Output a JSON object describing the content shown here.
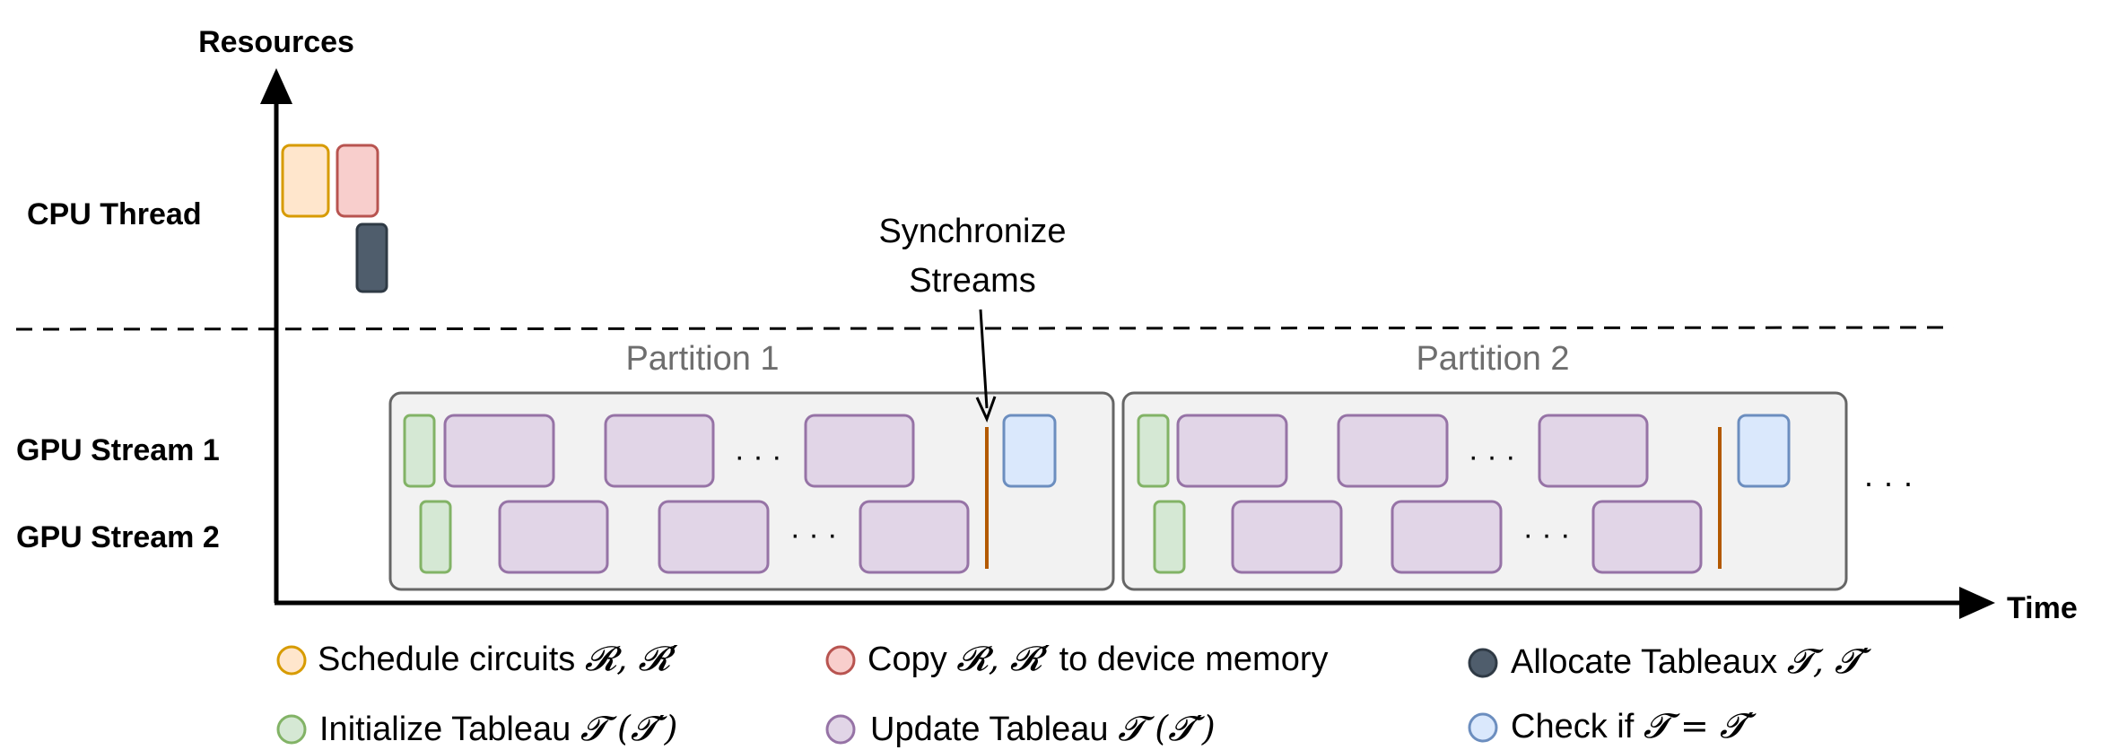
{
  "axes": {
    "y_label": "Resources",
    "x_label": "Time"
  },
  "rows": {
    "cpu_thread": "CPU Thread",
    "gpu_stream_1": "GPU Stream 1",
    "gpu_stream_2": "GPU Stream 2"
  },
  "sync_label": {
    "line1": "Synchronize",
    "line2": "Streams"
  },
  "partitions": [
    {
      "label": "Partition 1"
    },
    {
      "label": "Partition 2"
    }
  ],
  "ellipsis": "· · ·",
  "legend": [
    {
      "key": "schedule",
      "prefix": "Schedule circuits ",
      "math": "𝓡, 𝓡′",
      "suffix": "",
      "fill": "#ffe6cc",
      "stroke": "#d79b00"
    },
    {
      "key": "copy",
      "prefix": "Copy ",
      "math": "𝓡, 𝓡′",
      "suffix": " to device memory",
      "fill": "#f8cecc",
      "stroke": "#b85450"
    },
    {
      "key": "allocate",
      "prefix": "Allocate Tableaux ",
      "math": "𝓣, 𝓣′",
      "suffix": "",
      "fill": "#4f5d6c",
      "stroke": "#2f3a45"
    },
    {
      "key": "initialize",
      "prefix": "Initialize Tableau ",
      "math": "𝓣 (𝓣′)",
      "suffix": "",
      "fill": "#d5e8d4",
      "stroke": "#82b366"
    },
    {
      "key": "update",
      "prefix": "Update Tableau ",
      "math": "𝓣 (𝓣′)",
      "suffix": "",
      "fill": "#e1d5e7",
      "stroke": "#9673a6"
    },
    {
      "key": "check",
      "prefix": "Check if ",
      "math": "𝓣 = 𝓣′",
      "suffix": "",
      "fill": "#dae8fc",
      "stroke": "#6c8ebf"
    }
  ],
  "colors": {
    "sync_line": "#b35900",
    "partition_fill": "#f2f2f2",
    "partition_stroke": "#666666"
  }
}
